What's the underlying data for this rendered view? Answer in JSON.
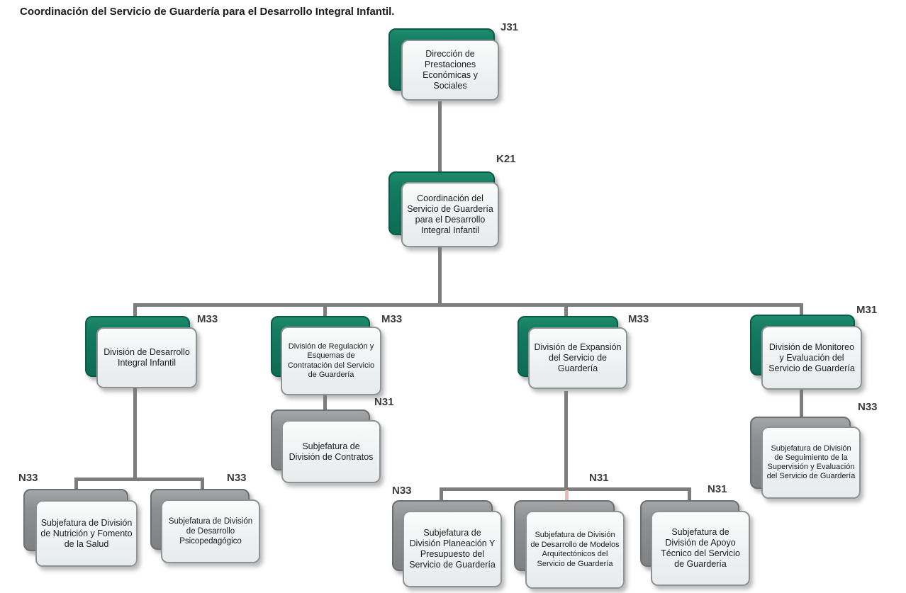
{
  "title": "Coordinación del Servicio de Guardería para el Desarrollo Integral Infantil.",
  "diagram_type": "org-chart",
  "colors": {
    "green_card": "#147A60",
    "green_border": "#0B5A47",
    "gray_card": "#8D8F91",
    "gray_border": "#6C6E70",
    "front_card": "#EEF1F2",
    "connector": "#7D7D7D",
    "connector_pink": "#E7BCB8",
    "code_text": "#3C3C3C"
  },
  "nodes": {
    "direccion": {
      "code": "J31",
      "label": "Dirección de Prestaciones Económicas y Sociales"
    },
    "coordinacion": {
      "code": "K21",
      "label": "Coordinación del Servicio de Guardería para el Desarrollo Integral Infantil"
    },
    "division_desarrollo": {
      "code": "M33",
      "label": "División de Desarrollo Integral Infantil"
    },
    "division_regulacion": {
      "code": "M33",
      "label": "División de Regulación y Esquemas de Contratación del Servicio de Guardería"
    },
    "division_expansion": {
      "code": "M33",
      "label": "División de Expansión del Servicio de Guardería"
    },
    "division_monitoreo": {
      "code": "M31",
      "label": "División de Monitoreo y Evaluación del Servicio de Guardería"
    },
    "sub_nutricion": {
      "code": "N33",
      "label": "Subjefatura de División de Nutrición y Fomento de la Salud"
    },
    "sub_psicopedagogico": {
      "code": "N33",
      "label": "Subjefatura de División de Desarrollo Psicopedagógico"
    },
    "sub_contratos": {
      "code": "N31",
      "label": "Subjefatura de División de Contratos"
    },
    "sub_planeacion": {
      "code": "N33",
      "label": "Subjefatura de División Planeación Y Presupuesto del Servicio de Guardería"
    },
    "sub_modelos": {
      "code": "N31",
      "label": "Subjefatura de División de Desarrollo de Modelos Arquitectónicos del Servicio de Guardería"
    },
    "sub_apoyo": {
      "code": "N31",
      "label": "Subjefatura de División de Apoyo Técnico del Servicio de Guardería"
    },
    "sub_seguimiento": {
      "code": "N33",
      "label": "Subjefatura de División de Seguimiento de la Supervisión y Evaluación del Servicio de Guardería"
    }
  },
  "hierarchy": {
    "direccion": [
      "coordinacion"
    ],
    "coordinacion": [
      "division_desarrollo",
      "division_regulacion",
      "division_expansion",
      "division_monitoreo"
    ],
    "division_desarrollo": [
      "sub_nutricion",
      "sub_psicopedagogico"
    ],
    "division_regulacion": [
      "sub_contratos"
    ],
    "division_expansion": [
      "sub_planeacion",
      "sub_modelos",
      "sub_apoyo"
    ],
    "division_monitoreo": [
      "sub_seguimiento"
    ]
  }
}
